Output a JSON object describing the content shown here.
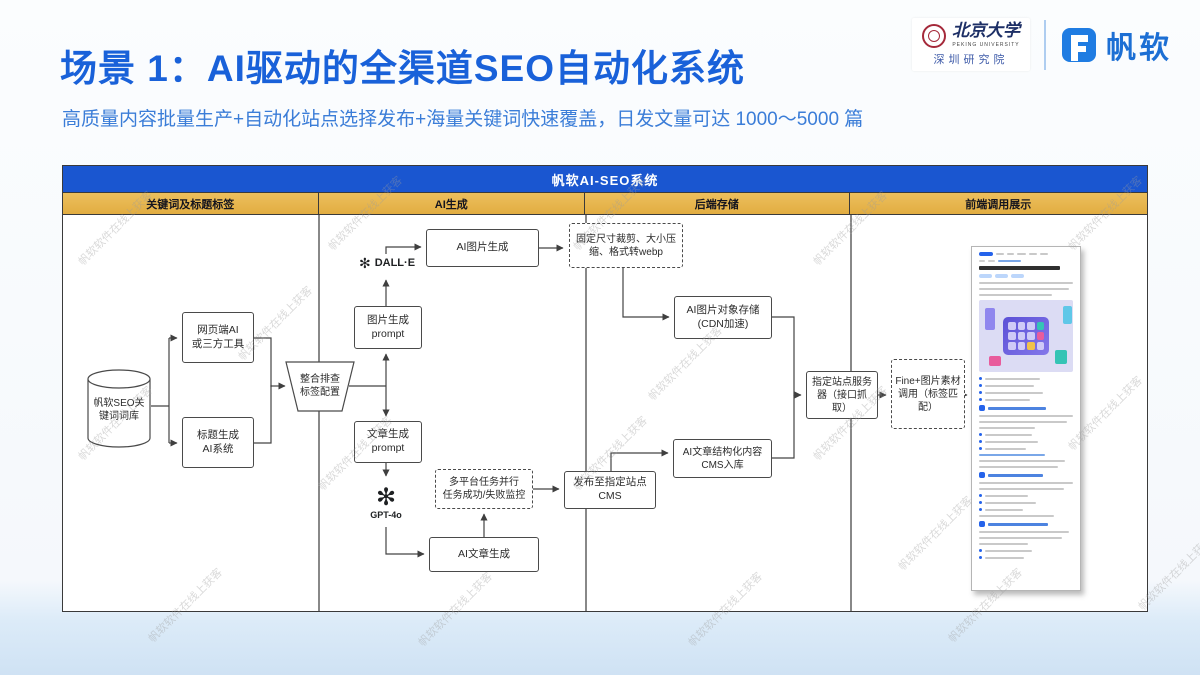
{
  "slide": {
    "title": "场景 1：AI驱动的全渠道SEO自动化系统",
    "subtitle": "高质量内容批量生产+自动化站点选择发布+海量关键词快速覆盖，日发文量可达 1000～5000 篇"
  },
  "logos": {
    "pku": {
      "name_zh": "北京大学",
      "name_en": "PEKING UNIVERSITY",
      "sub": "深圳研究院"
    },
    "fanruan": {
      "text": "帆软"
    }
  },
  "diagram": {
    "title": "帆软AI-SEO系统",
    "columns": [
      {
        "label": "关键词及标题标签"
      },
      {
        "label": "AI生成"
      },
      {
        "label": "后端存储"
      },
      {
        "label": "前端调用展示"
      }
    ],
    "nodes": {
      "keyword_db": {
        "text": "帆软SEO关键词词库"
      },
      "web_ai": {
        "lines": [
          "网页端AI",
          "或三方工具"
        ]
      },
      "title_gen": {
        "lines": [
          "标题生成",
          "AI系统"
        ]
      },
      "integrate": {
        "lines": [
          "整合排查",
          "标签配置"
        ]
      },
      "img_prompt": {
        "lines": [
          "图片生成",
          "prompt"
        ]
      },
      "dalle": {
        "label": "DALL·E"
      },
      "ai_image": {
        "text": "AI图片生成"
      },
      "resize": {
        "text": "固定尺寸裁剪、大小压缩、格式转webp"
      },
      "art_prompt": {
        "lines": [
          "文章生成",
          "prompt"
        ]
      },
      "gpt": {
        "label": "GPT-4o"
      },
      "ai_article": {
        "text": "AI文章生成"
      },
      "multi_task": {
        "lines": [
          "多平台任务并行",
          "任务成功/失败监控"
        ]
      },
      "publish_cms": {
        "lines": [
          "发布至指定站点",
          "CMS"
        ]
      },
      "img_storage": {
        "lines": [
          "AI图片对象存储",
          "(CDN加速)"
        ]
      },
      "cms_db": {
        "lines": [
          "AI文章结构化内容",
          "CMS入库"
        ]
      },
      "site_server": {
        "text": "指定站点服务器（接口抓取）"
      },
      "fine_call": {
        "text": "Fine+图片素材调用（标签匹配）"
      }
    }
  },
  "watermark": {
    "text": "帆软软件在线上获客"
  },
  "colors": {
    "title_blue": "#1961d9",
    "subtitle_blue": "#3b7dd8",
    "header_bar_blue": "#1a56d0",
    "column_gold": "#e5b44c",
    "brand_blue": "#1c6fd4",
    "seal_red": "#a5293a"
  }
}
